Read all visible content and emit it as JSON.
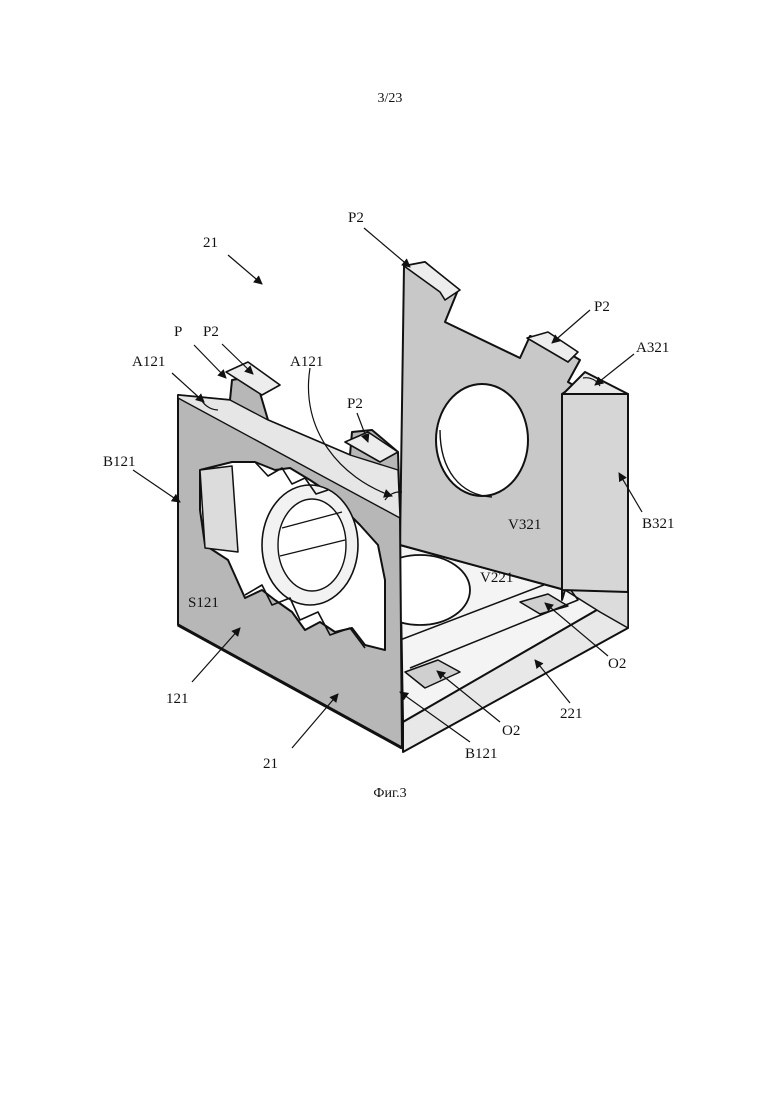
{
  "page_number": "3/23",
  "figure_caption": "Фиг.3",
  "colors": {
    "face_dark": "#b8b8b8",
    "face_mid": "#cfcfcf",
    "face_light": "#e4e4e4",
    "face_white": "#f4f4f4",
    "outline": "#111111"
  },
  "labels": {
    "assembly_21": "21",
    "p2_top": "P2",
    "p2_right": "P2",
    "p_left": "P",
    "p2_left": "P2",
    "a121_left": "A121",
    "a121_center": "A121",
    "a321": "A321",
    "p2_center": "P2",
    "b121_left": "B121",
    "v321": "V321",
    "b321": "B321",
    "v221": "V221",
    "s121": "S121",
    "o2_right": "O2",
    "label_121": "121",
    "label_221": "221",
    "o2_bottom": "O2",
    "b121_bottom": "B121",
    "label_21_bottom": "21"
  }
}
